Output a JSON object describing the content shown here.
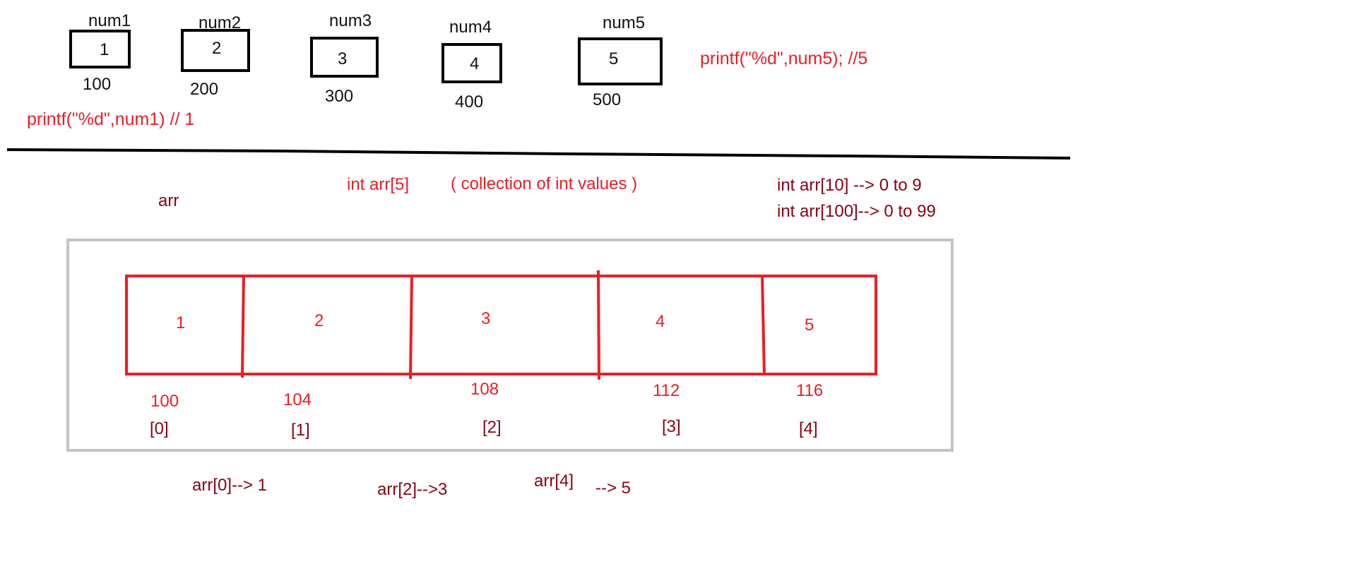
{
  "variables": [
    {
      "name": "num1",
      "value": "1",
      "address": "100"
    },
    {
      "name": "num2",
      "value": "2",
      "address": "200"
    },
    {
      "name": "num3",
      "value": "3",
      "address": "300"
    },
    {
      "name": "num4",
      "value": "4",
      "address": "400"
    },
    {
      "name": "num5",
      "value": "5",
      "address": "500"
    }
  ],
  "printf_num1": "printf(\"%d\",num1) // 1",
  "printf_num5": "printf(\"%d\",num5); //5",
  "array": {
    "name_label": "arr",
    "declaration": "int arr[5]",
    "description": "( collection of int values )",
    "range_note_1": "int arr[10] --> 0 to 9",
    "range_note_2": "int arr[100]--> 0 to 99",
    "cells": [
      {
        "value": "1",
        "address": "100",
        "index": "[0]"
      },
      {
        "value": "2",
        "address": "104",
        "index": "[1]"
      },
      {
        "value": "3",
        "address": "108",
        "index": "[2]"
      },
      {
        "value": "4",
        "address": "112",
        "index": "[3]"
      },
      {
        "value": "5",
        "address": "116",
        "index": "[4]"
      }
    ],
    "access_1": "arr[0]--> 1",
    "access_2": "arr[2]-->3",
    "access_3a": "arr[4]",
    "access_3b": "--> 5"
  },
  "colors": {
    "red": "#ed1c24",
    "dark_red": "#880015",
    "black": "#000000",
    "frame_gray": "#c3c3c3"
  }
}
